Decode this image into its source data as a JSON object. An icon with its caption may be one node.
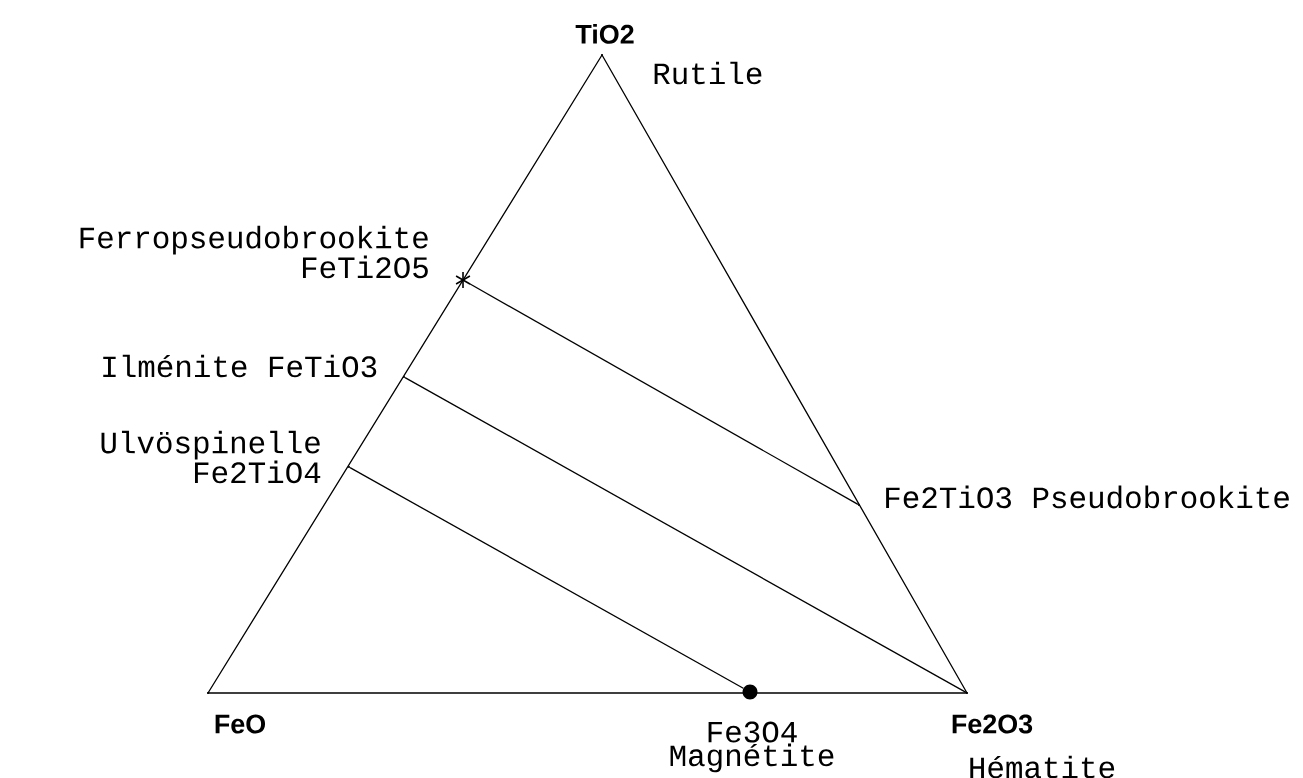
{
  "diagram": {
    "nodes": [
      {
        "text": [],
        "shape": "point",
        "beside": [
          "TiO2",
          "Rutile"
        ]
      },
      {
        "text": [],
        "shape": "star",
        "beside": [
          "Ferropseudobrookite FeTi2O5"
        ]
      },
      {
        "text": [],
        "shape": "point",
        "beside": [
          "Ilménite FeTiO3"
        ]
      },
      {
        "text": [],
        "shape": "point",
        "beside": [
          "Ulvöspinelle Fe2TiO4"
        ]
      },
      {
        "text": [],
        "shape": "point",
        "beside": [
          "Fe2TiO3 Pseudobrookite"
        ]
      },
      {
        "text": [],
        "shape": "point",
        "beside": [
          "FeO"
        ]
      },
      {
        "text": [],
        "shape": "circle",
        "beside": [
          "Fe3O4 Magnétite"
        ]
      },
      {
        "text": [],
        "shape": "point",
        "beside": [
          "Fe2O3",
          "Hématite"
        ]
      }
    ],
    "edges": [
      {
        "from": 1,
        "to": 4,
        "arrow": "none"
      },
      {
        "from": 2,
        "to": 7,
        "arrow": "none"
      },
      {
        "from": 3,
        "to": 6,
        "arrow": "none"
      }
    ]
  }
}
